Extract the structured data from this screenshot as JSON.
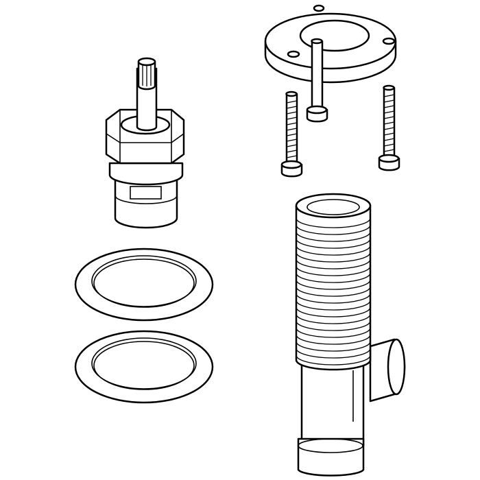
{
  "colors": {
    "stroke": "#000000",
    "background": "#ffffff"
  },
  "parts": [
    "valve-cartridge",
    "washer",
    "washer",
    "mounting-flange",
    "screw",
    "screw",
    "screw",
    "threaded-valve-body"
  ]
}
